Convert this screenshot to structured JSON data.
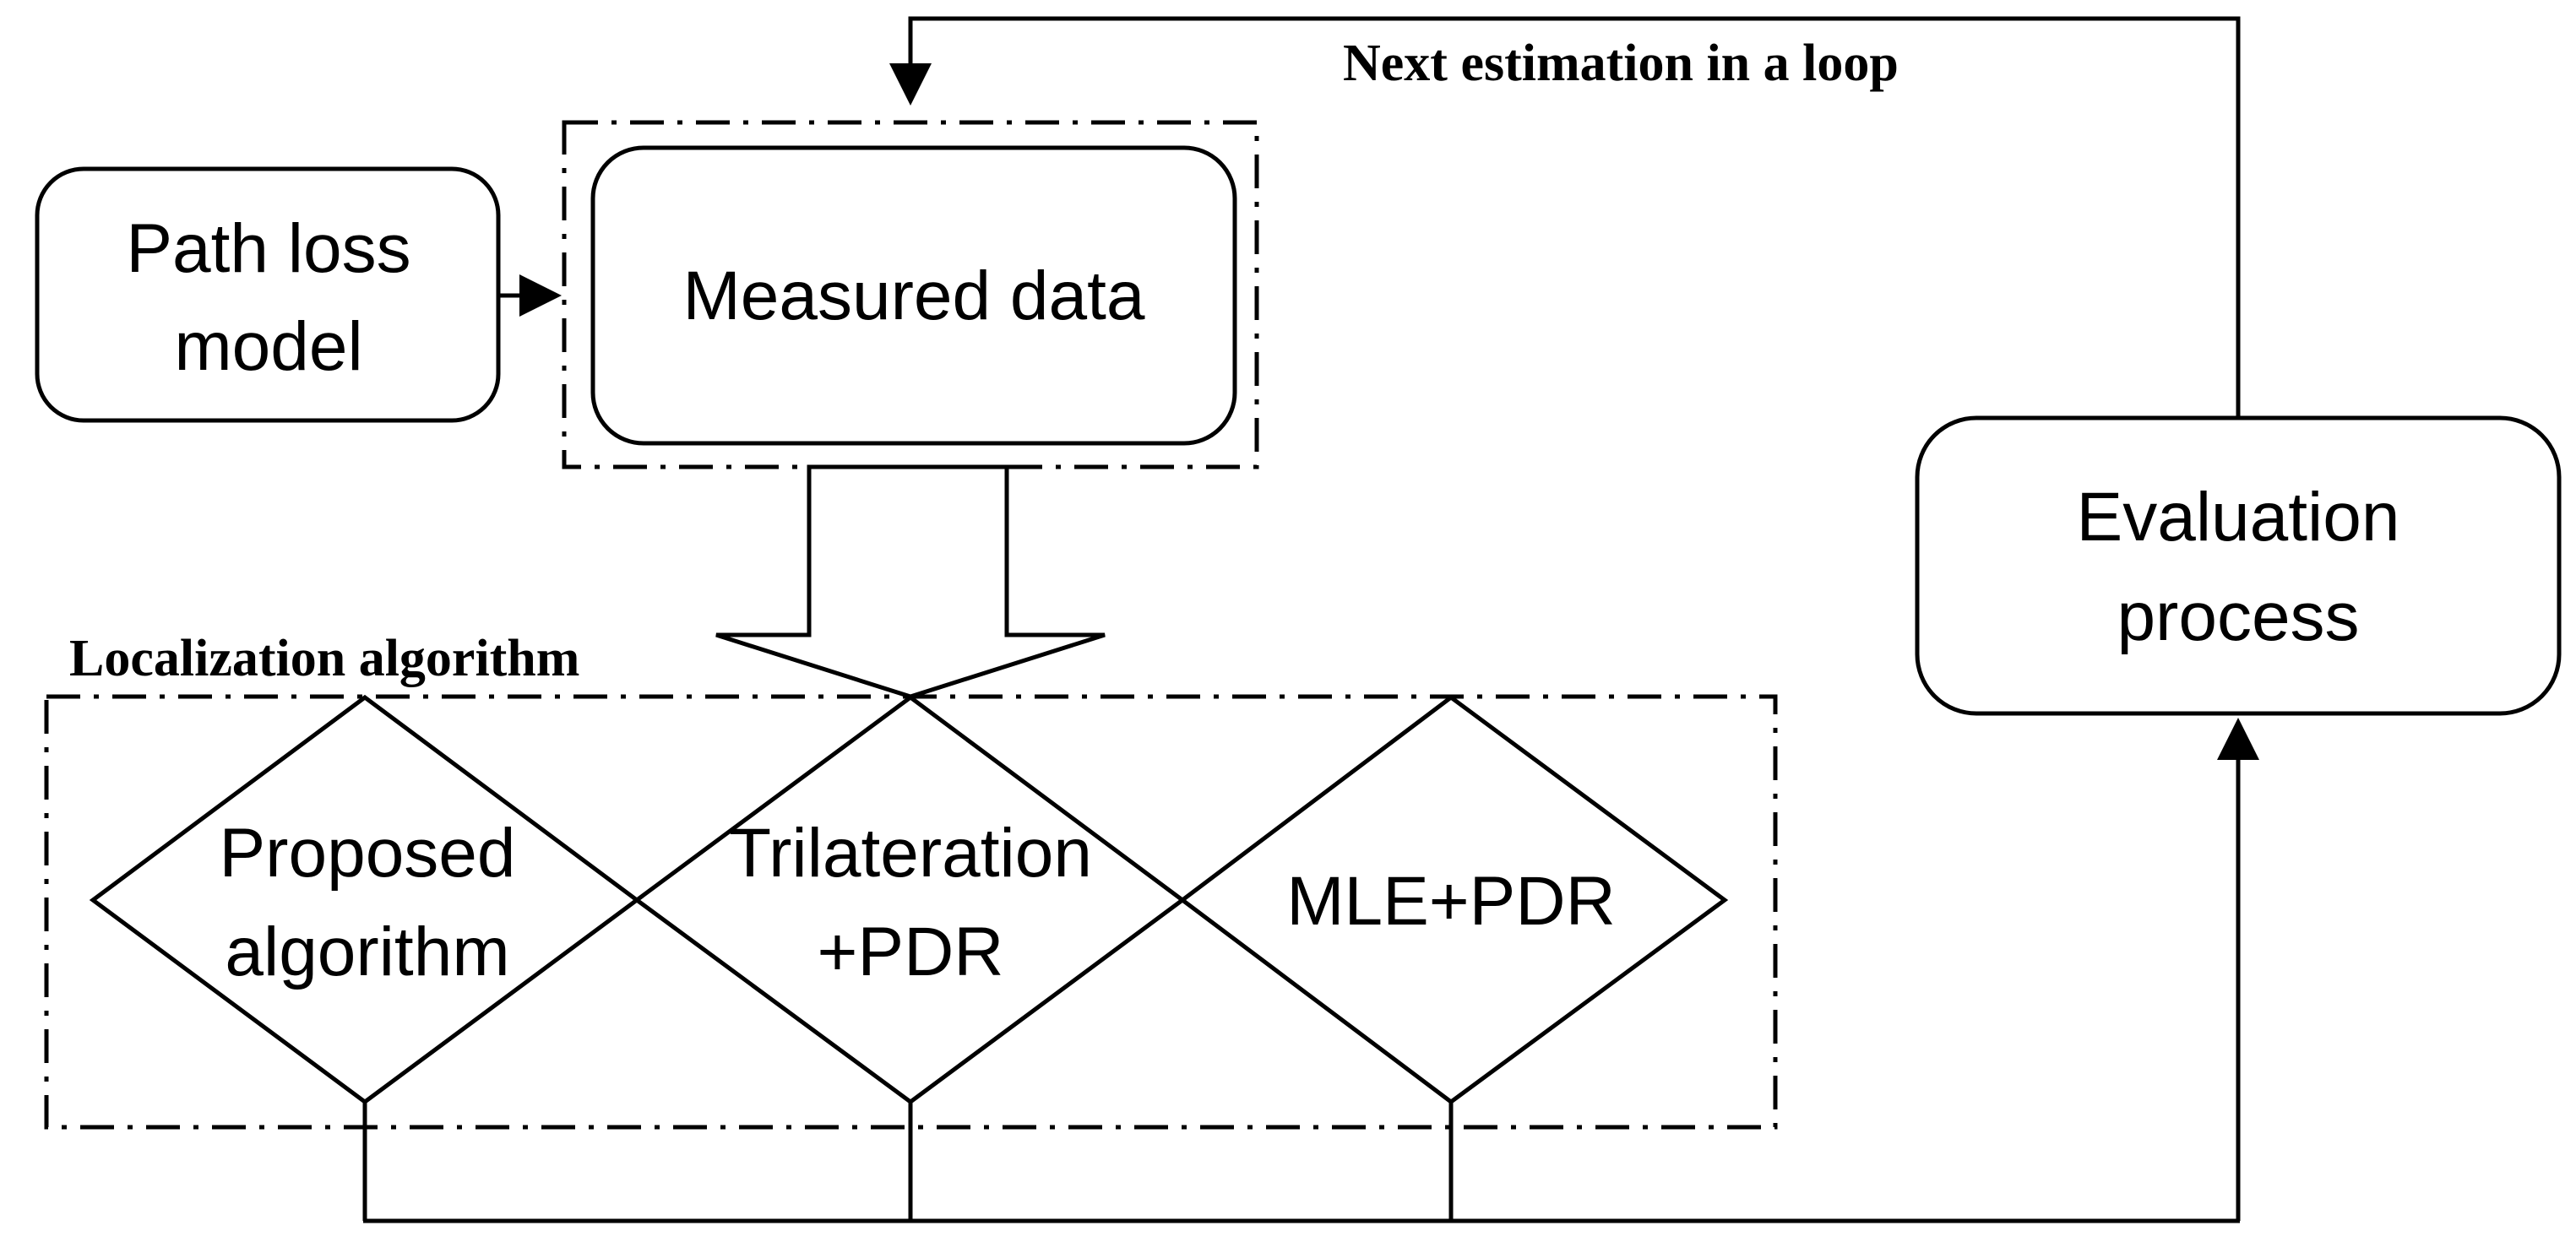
{
  "labels": {
    "loop": "Next estimation in a loop",
    "group": "Localization algorithm"
  },
  "nodes": {
    "path_loss": [
      "Path loss",
      "model"
    ],
    "measured": [
      "Measured data"
    ],
    "evaluation": [
      "Evaluation",
      "process"
    ],
    "proposed": [
      "Proposed",
      "algorithm"
    ],
    "trilateration": [
      "Trilateration",
      "+PDR"
    ],
    "mle": [
      "MLE+PDR"
    ]
  },
  "colors": {
    "stroke": "#000000",
    "background": "#ffffff"
  }
}
